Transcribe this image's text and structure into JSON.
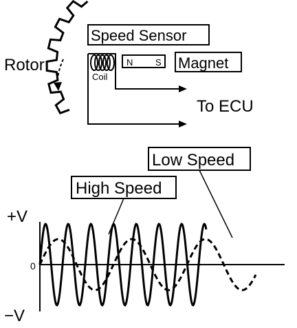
{
  "labels": {
    "speed_sensor": "Speed Sensor",
    "rotor": "Rotor",
    "coil": "Coil",
    "magnet_n": "N",
    "magnet_s": "S",
    "magnet": "Magnet",
    "to_ecu": "To ECU",
    "low_speed": "Low Speed",
    "high_speed": "High Speed",
    "plus_v": "+V",
    "zero": "0",
    "minus_v": "−V"
  },
  "colors": {
    "ink": "#000000",
    "background": "#ffffff"
  }
}
